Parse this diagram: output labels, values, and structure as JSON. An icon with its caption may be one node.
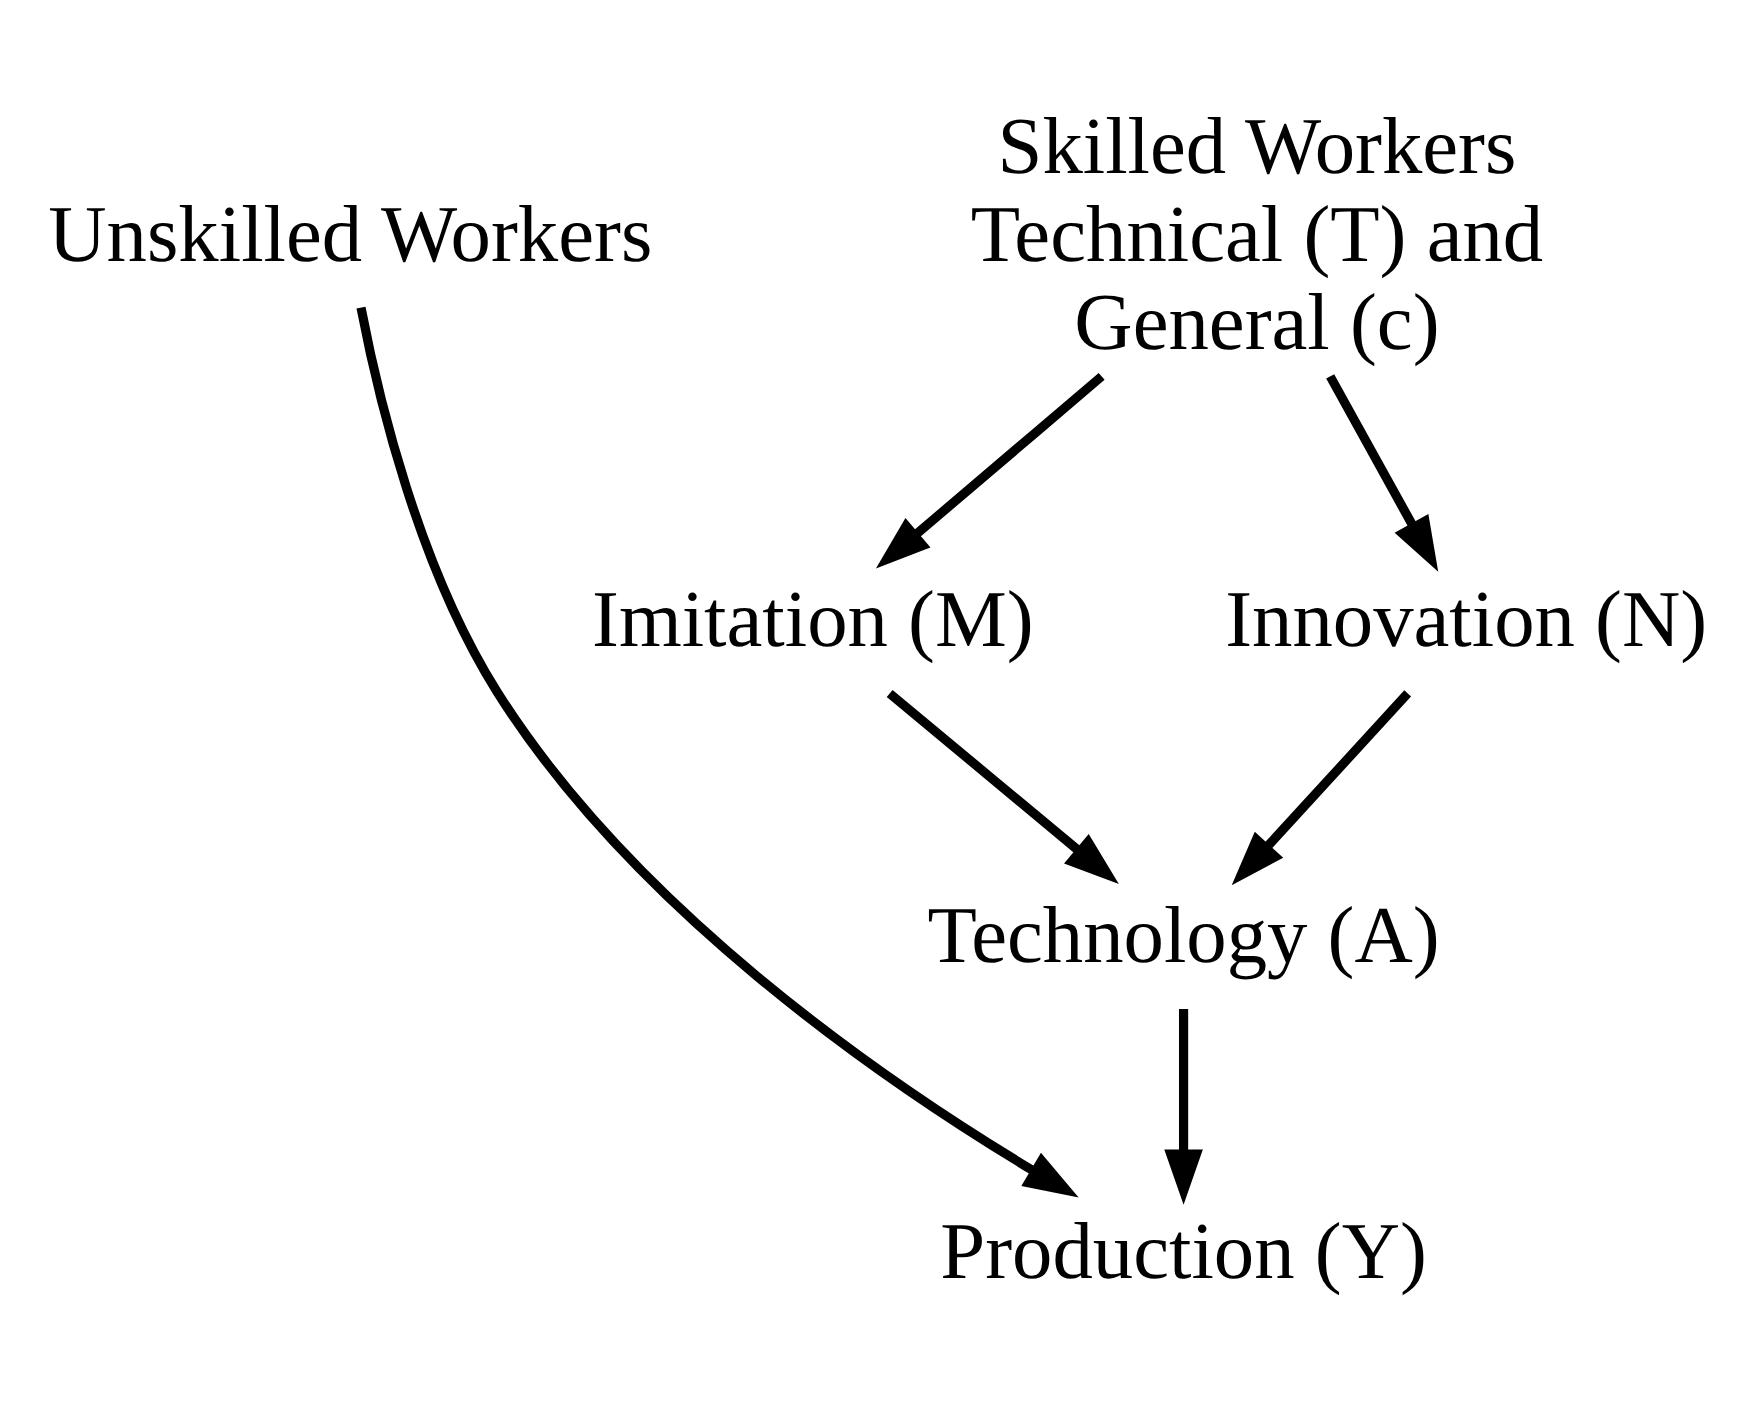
{
  "diagram": {
    "nodes": [
      {
        "text": [
          "Unskilled Workers"
        ]
      },
      {
        "text": [
          "Skilled Workers Technical (T) and General (c)"
        ]
      },
      {
        "text": [
          "Imitation (M)"
        ]
      },
      {
        "text": [
          "Innovation (N)"
        ]
      },
      {
        "text": [
          "Technology (A)"
        ]
      },
      {
        "text": [
          "Production (Y)"
        ]
      }
    ],
    "edges": [
      {
        "from": 1,
        "to": 2,
        "arrow": "to"
      },
      {
        "from": 1,
        "to": 3,
        "arrow": "to"
      },
      {
        "from": 2,
        "to": 4,
        "arrow": "to"
      },
      {
        "from": 3,
        "to": 4,
        "arrow": "to"
      },
      {
        "from": 4,
        "to": 5,
        "arrow": "to"
      },
      {
        "from": 0,
        "to": 5,
        "arrow": "to"
      }
    ]
  }
}
